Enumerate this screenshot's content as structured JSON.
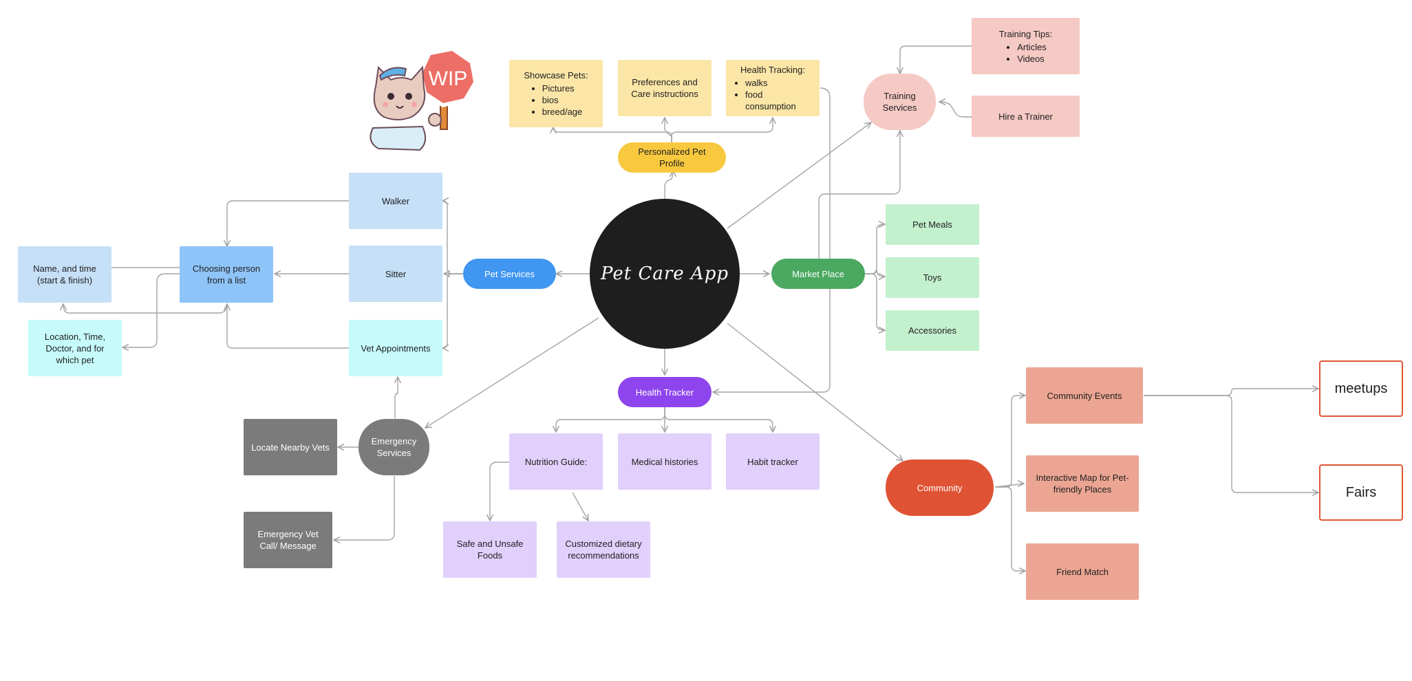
{
  "center": {
    "label": "Pet Care App"
  },
  "colors": {
    "center": "#1e1e1e",
    "pet_services": "#4096f0",
    "services_light": "#c6e0f8",
    "choose": "#8ec4f8",
    "vet": "#c7fbfb",
    "profile": "#f8c93f",
    "profile_light": "#fbe6a7",
    "training": "#f5c9c4",
    "market": "#4aa860",
    "market_light": "#c3f0cd",
    "health": "#8e45ed",
    "health_light": "#e1d0fb",
    "emergency": "#7b7b7b",
    "community": "#df5334",
    "community_light": "#eca593",
    "outline": "#e05534",
    "wip_sign": "#ec6e66",
    "connector": "#a4a4a4"
  },
  "pet_services": {
    "label": "Pet Services",
    "walker": "Walker",
    "sitter": "Sitter",
    "vet_appointments": "Vet Appointments",
    "choosing_person": "Choosing person from a list",
    "name_time": "Name, and time (start & finish)",
    "location_time": "Location, Time, Doctor, and for which pet"
  },
  "emergency": {
    "label": "Emergency Services",
    "locate_vets": "Locate Nearby Vets",
    "vet_call": "Emergency Vet Call/ Message"
  },
  "profile": {
    "label": "Personalized Pet Profile",
    "showcase_title": "Showcase Pets:",
    "showcase_items": [
      "Pictures",
      "bios",
      "breed/age"
    ],
    "preferences": "Preferences and Care instructions",
    "health_tracking_title": "Health Tracking:",
    "health_tracking_items": [
      "walks",
      "food consumption"
    ]
  },
  "training": {
    "label": "Training Services",
    "tips_title": "Training Tips:",
    "tips_items": [
      "Articles",
      "Videos"
    ],
    "hire_trainer": "Hire a Trainer"
  },
  "market": {
    "label": "Market Place",
    "pet_meals": "Pet Meals",
    "toys": "Toys",
    "accessories": "Accessories"
  },
  "health": {
    "label": "Health Tracker",
    "nutrition": "Nutrition Guide:",
    "medical": "Medical histories",
    "habit": "Habit tracker",
    "safe_foods": "Safe and Unsafe Foods",
    "dietary": "Customized dietary recommendations"
  },
  "community": {
    "label": "Community",
    "events": "Community Events",
    "map": "Interactive Map for Pet-friendly Places",
    "friend_match": "Friend Match",
    "meetups": "meetups",
    "fairs": "Fairs"
  },
  "sticker": {
    "sign_text": "WIP"
  }
}
